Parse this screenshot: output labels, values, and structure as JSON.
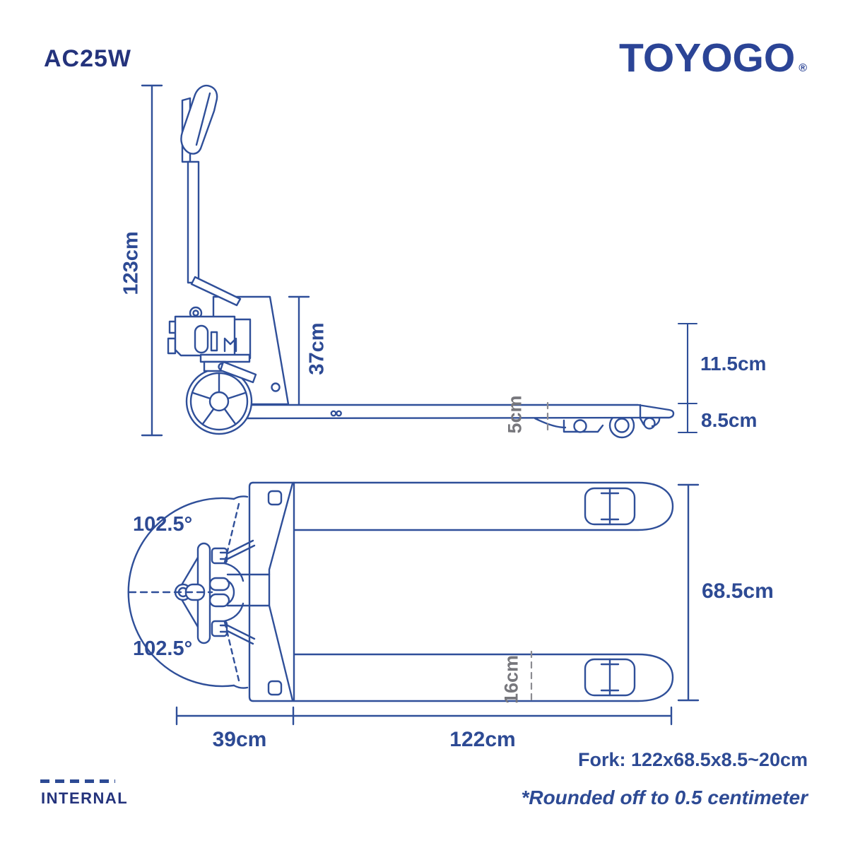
{
  "header": {
    "model": "AC25W",
    "brand": "TOYOGO",
    "registered_mark": "®"
  },
  "side_view": {
    "overall_height": "123cm",
    "chassis_height": "37cm",
    "under_fork_clearance": "5cm",
    "lift_range_upper": "11.5cm",
    "fork_lowered_height": "8.5cm"
  },
  "top_view": {
    "steering_angle_upper": "102.5°",
    "steering_angle_lower": "102.5°",
    "fork_tine_width": "16cm",
    "overall_fork_width": "68.5cm",
    "head_length": "39cm",
    "fork_length": "122cm"
  },
  "footer": {
    "fork_spec": "Fork: 122x68.5x8.5~20cm",
    "note": "*Rounded off to 0.5 centimeter",
    "watermark": "INTERNAL"
  },
  "colors": {
    "navy": "#24337c",
    "logo_blue": "#2b4496",
    "dim_blue": "#2d4a94",
    "line_blue": "#2f4f99",
    "gray": "#77777c"
  }
}
